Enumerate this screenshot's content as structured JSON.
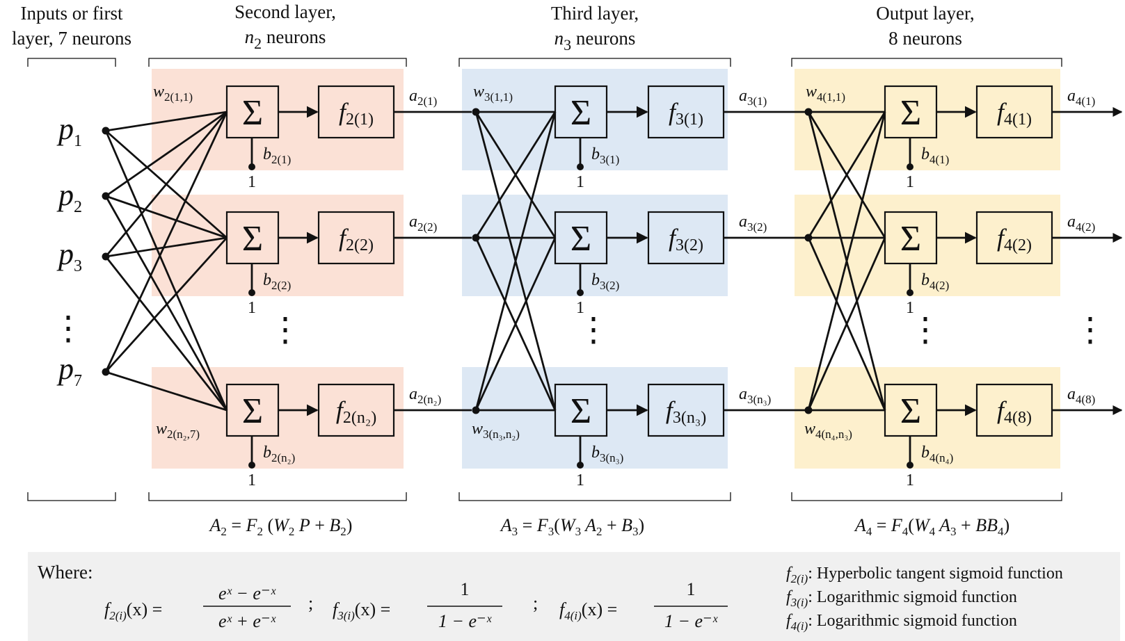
{
  "headers": {
    "input": {
      "line1": "Inputs or first",
      "line2": "layer, 7 neurons"
    },
    "second": {
      "line1": "Second layer,",
      "n": "n",
      "sub": "2",
      "rest": " neurons"
    },
    "third": {
      "line1": "Third layer,",
      "n": "n",
      "sub": "3",
      "rest": " neurons"
    },
    "output": {
      "line1": "Output layer,",
      "line2": "8 neurons"
    }
  },
  "inputs": [
    {
      "base": "p",
      "sub": "1"
    },
    {
      "base": "p",
      "sub": "2"
    },
    {
      "base": "p",
      "sub": "3"
    },
    {
      "base": "p",
      "sub": "7"
    }
  ],
  "sigma": "Σ",
  "one": "1",
  "ellipsis": "⋮",
  "layer2": {
    "funcs": [
      "2(1)",
      "2(2)",
      "2(n₂)"
    ],
    "biases": [
      "2(1)",
      "2(2)",
      "2(n₂)"
    ],
    "outs": [
      "2(1)",
      "2(2)",
      "2(n₂)"
    ],
    "w_top": "2(1,1)",
    "w_bot": "2(n₂,7)"
  },
  "layer3": {
    "funcs": [
      "3(1)",
      "3(2)",
      "3(n₃)"
    ],
    "biases": [
      "3(1)",
      "3(2)",
      "3(n₃)"
    ],
    "outs": [
      "3(1)",
      "3(2)",
      "3(n₃)"
    ],
    "w_top": "3(1,1)",
    "w_bot": "3(n₃,n₂)"
  },
  "layer4": {
    "funcs": [
      "4(1)",
      "4(2)",
      "4(8)"
    ],
    "biases": [
      "4(1)",
      "4(2)",
      "4(n₄)"
    ],
    "outs": [
      "4(1)",
      "4(2)",
      "4(8)"
    ],
    "w_top": "4(1,1)",
    "w_bot": "4(n₄,n₃)"
  },
  "equations": {
    "a2": {
      "lhs": "A",
      "lhs_sub": "2",
      "eq": " = ",
      "F": "F",
      "F_sub": "2",
      "open": " (",
      "W": "W",
      "W_sub": "2",
      "X": " P",
      "X_sub": "",
      "plus": " + ",
      "B": "B",
      "B_sub": "2",
      "close": ")"
    },
    "a3": {
      "lhs": "A",
      "lhs_sub": "3",
      "eq": " = ",
      "F": "F",
      "F_sub": "3",
      "open": "(",
      "W": "W",
      "W_sub": "3",
      "X": " A",
      "X_sub": "2",
      "plus": " + ",
      "B": "B",
      "B_sub": "3",
      "close": ")"
    },
    "a4": {
      "lhs": "A",
      "lhs_sub": "4",
      "eq": " = ",
      "F": "F",
      "F_sub": "4",
      "open": "(",
      "W": "W",
      "W_sub": "4",
      "X": " A",
      "X_sub": "3",
      "plus": " + ",
      "B": "BB",
      "B_sub": "4",
      "close": ")"
    }
  },
  "where_box": {
    "bg": "#f0f0f0",
    "where": "Where:",
    "f2": {
      "name": "f",
      "sub": "2(i)",
      "arg": "(x) =",
      "num": "eˣ − e⁻ˣ",
      "den": "eˣ + e⁻ˣ"
    },
    "sep": ";",
    "f3": {
      "name": "f",
      "sub": "3(i)",
      "arg": "(x) =",
      "num": "1",
      "den": "1 −  e⁻ˣ"
    },
    "f4": {
      "name": "f",
      "sub": "4(i)",
      "arg": "(x) =",
      "num": "1",
      "den": "1 −  e⁻ˣ"
    },
    "legend": [
      {
        "name": "f",
        "sub": "2(i)",
        "text": ": Hyperbolic tangent sigmoid function"
      },
      {
        "name": "f",
        "sub": "3(i)",
        "text": ": Logarithmic sigmoid function"
      },
      {
        "name": "f",
        "sub": "4(i)",
        "text": ": Logarithmic sigmoid function"
      }
    ]
  },
  "colors": {
    "layer2_bg": "#fbe1d6",
    "layer3_bg": "#dde8f4",
    "layer4_bg": "#fdf0cd",
    "line": "#111111"
  }
}
